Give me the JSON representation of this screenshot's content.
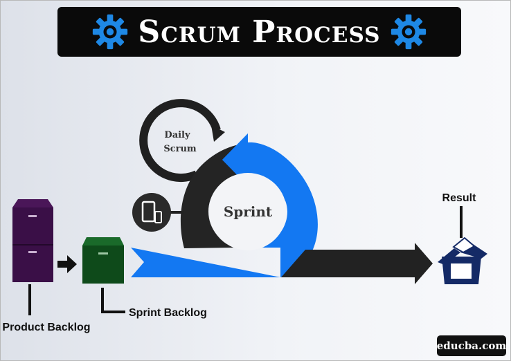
{
  "title": "Scrum Process",
  "labels": {
    "daily_scrum_line1": "Daily",
    "daily_scrum_line2": "Scrum",
    "sprint": "Sprint",
    "product_backlog": "Product Backlog",
    "sprint_backlog": "Sprint Backlog",
    "result": "Result"
  },
  "watermark": "educba.com",
  "icons": {
    "title_left": "gear-icon",
    "title_right": "gear-icon",
    "product_backlog": "filing-cabinet-icon",
    "sprint_backlog": "box-icon",
    "device": "tablet-phone-icon",
    "result": "open-box-icon"
  },
  "colors": {
    "title_bg": "#0a0a0a",
    "gear": "#1e88e5",
    "sprint_arrow": "#1378f2",
    "dark_arrow": "#222222",
    "product_backlog": "#3a0f47",
    "sprint_backlog": "#0e4a1a",
    "result": "#142a66"
  }
}
